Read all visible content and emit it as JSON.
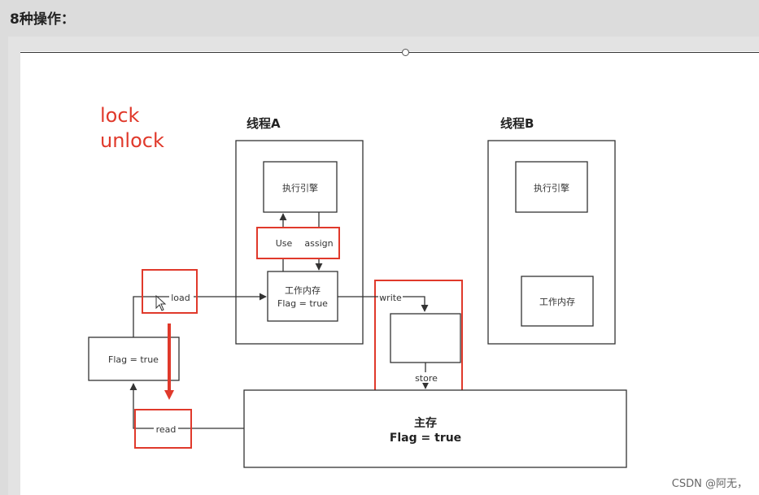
{
  "heading": "8种操作：",
  "annotation": {
    "lock": "lock",
    "unlock": "unlock"
  },
  "thread_a": {
    "title": "线程A",
    "engine": "执行引擎",
    "work_memory": "工作内存",
    "flag": "Flag = true"
  },
  "thread_b": {
    "title": "线程B",
    "engine": "执行引擎",
    "work_memory": "工作内存"
  },
  "operations": {
    "use": "Use",
    "assign": "assign",
    "load": "load",
    "read": "read",
    "write": "write",
    "store": "store"
  },
  "left_box": {
    "flag": "Flag = true"
  },
  "main_memory": {
    "title": "主存",
    "flag": "Flag = true"
  },
  "colors": {
    "highlight": "#e0392b",
    "line": "#333333"
  },
  "watermark": "CSDN @阿无，"
}
